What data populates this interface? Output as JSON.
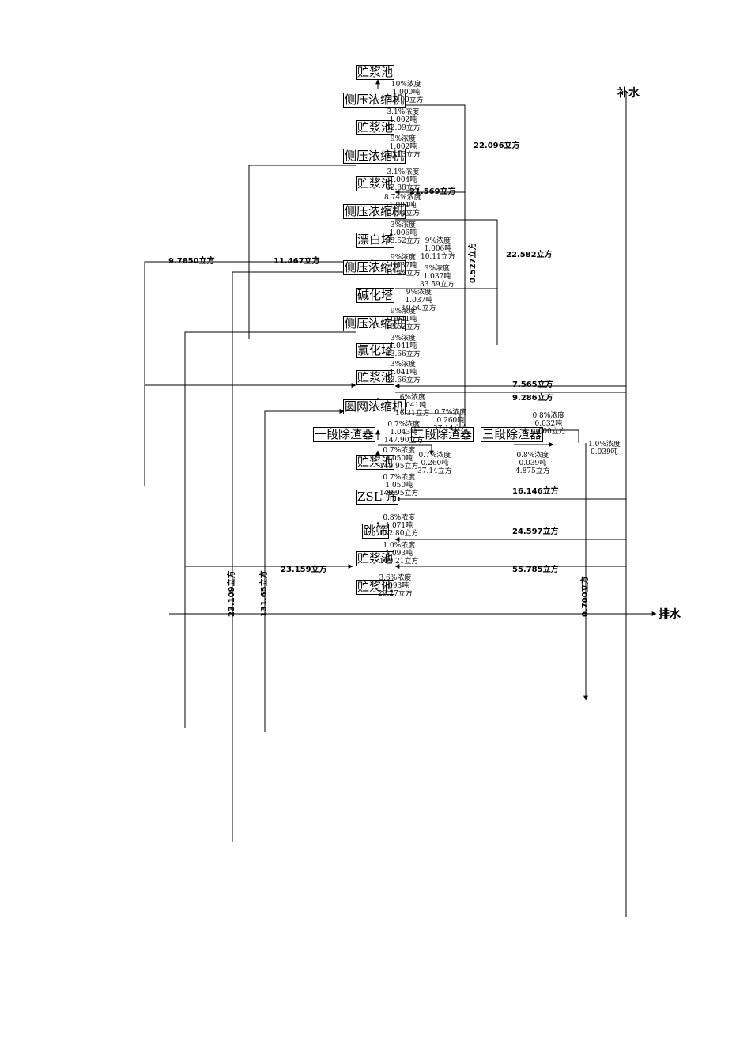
{
  "side_labels": {
    "makeup": "补水",
    "drain": "排水"
  },
  "units": [
    "贮浆池",
    "侧压浓缩机",
    "贮浆池",
    "侧压浓缩机",
    "贮浆池",
    "侧压浓缩机",
    "漂白塔",
    "侧压浓缩机",
    "碱化塔",
    "侧压浓缩机",
    "氯化塔",
    "贮浆池",
    "圆网浓缩机",
    "一段除渣器",
    "二段除渣器",
    "三段除渣器",
    "贮浆池",
    "ZSL 筛",
    "跳筛",
    "贮浆池",
    "贮浆池"
  ],
  "stream_annotations": [
    [
      "10%浓度",
      "1.000吨",
      "10.00立方"
    ],
    [
      "3.1%浓度",
      "1.002吨",
      "32.09立方"
    ],
    [
      "9%浓度",
      "1.002吨",
      "10.13立方"
    ],
    [
      "3.1%浓度",
      "1.004吨",
      "32.38立方"
    ],
    [
      "8.74%浓度",
      "1.004吨",
      "10.94立方"
    ],
    [
      "3%浓度",
      "1.006吨",
      "33.52立方"
    ],
    [
      "9%浓度",
      "1.006吨",
      "10.11立方"
    ],
    [
      "9%浓度",
      "1.037吨",
      "10.42立方"
    ],
    [
      "3%浓度",
      "1.037吨",
      "33.59立方"
    ],
    [
      "9%浓度",
      "1.037吨",
      "10.50立方"
    ],
    [
      "9%浓度",
      "1.041吨",
      "10.52立方"
    ],
    [
      "3%浓度",
      "1.041吨",
      "33.66立方"
    ],
    [
      "3%浓度",
      "1.041吨",
      "33.66立方"
    ],
    [
      "6%浓度",
      "1.041吨",
      "16.31立方"
    ],
    [
      "0.7%浓度",
      "0.260吨",
      "37.14立方"
    ],
    [
      "0.8%浓度",
      "0.032吨",
      "4.000立方"
    ],
    [
      "0.7%浓度",
      "1.043吨",
      "147.90立方"
    ],
    [
      "0.7%浓度",
      "0.260吨",
      "37.14立方"
    ],
    [
      "0.8%浓度",
      "0.039吨",
      "4.875立方"
    ],
    [
      "1.0%浓度",
      "0.039吨"
    ],
    [
      "0.7%浓度",
      "1.050吨",
      "149.95立方"
    ],
    [
      "0.7%浓度",
      "1.050吨",
      "149.95立方"
    ],
    [
      "0.8%浓度",
      "1.071吨",
      "132.80立方"
    ],
    [
      "1.0%浓度",
      "1.093吨",
      "109.21立方"
    ],
    [
      "3.6%浓度",
      "1.093吨",
      "29.27立方"
    ]
  ],
  "flow_labels": [
    "22.096立方",
    "21.569立方",
    "22.582立方",
    "9.7850立方",
    "11.467立方",
    "7.565立方",
    "9.286立方",
    "16.146立方",
    "24.597立方",
    "55.785立方",
    "23.159立方"
  ],
  "vertical_flow_labels": [
    "0.527立方",
    "23.109立方",
    "131.65立方",
    "0.700立方"
  ]
}
